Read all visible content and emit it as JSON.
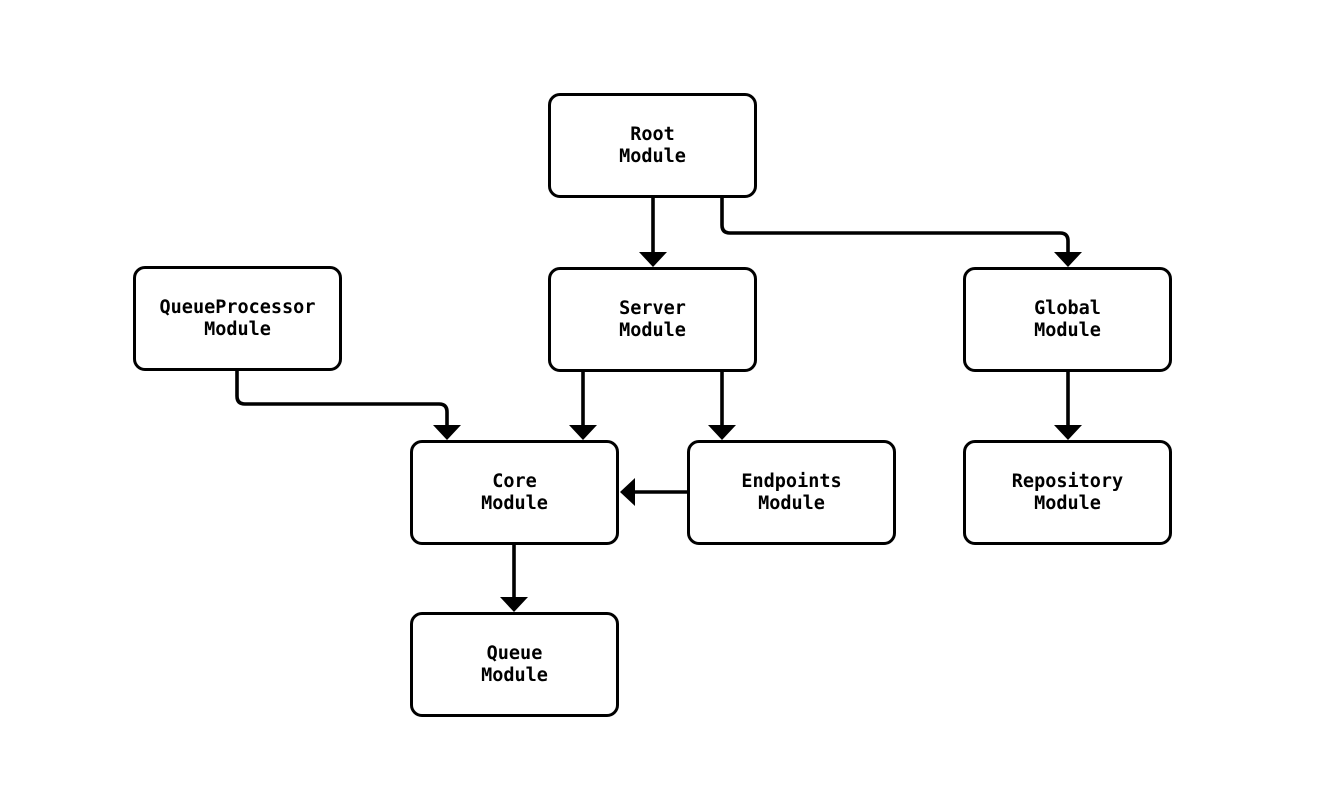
{
  "diagram": {
    "type": "module-dependency-flowchart",
    "nodes": {
      "root": {
        "line1": "Root",
        "line2": "Module"
      },
      "queueprocessor": {
        "line1": "QueueProcessor",
        "line2": "Module"
      },
      "server": {
        "line1": "Server",
        "line2": "Module"
      },
      "global": {
        "line1": "Global",
        "line2": "Module"
      },
      "core": {
        "line1": "Core",
        "line2": "Module"
      },
      "endpoints": {
        "line1": "Endpoints",
        "line2": "Module"
      },
      "repository": {
        "line1": "Repository",
        "line2": "Module"
      },
      "queue": {
        "line1": "Queue",
        "line2": "Module"
      }
    },
    "edges": [
      {
        "from": "Root Module",
        "to": "Server Module"
      },
      {
        "from": "Root Module",
        "to": "Global Module"
      },
      {
        "from": "QueueProcessor Module",
        "to": "Core Module"
      },
      {
        "from": "Server Module",
        "to": "Core Module"
      },
      {
        "from": "Server Module",
        "to": "Endpoints Module"
      },
      {
        "from": "Endpoints Module",
        "to": "Core Module"
      },
      {
        "from": "Global Module",
        "to": "Repository Module"
      },
      {
        "from": "Core Module",
        "to": "Queue Module"
      }
    ],
    "colors": {
      "background": "#ffffff",
      "node_fill": "#ffffff",
      "stroke": "#000000",
      "text": "#000000"
    }
  }
}
